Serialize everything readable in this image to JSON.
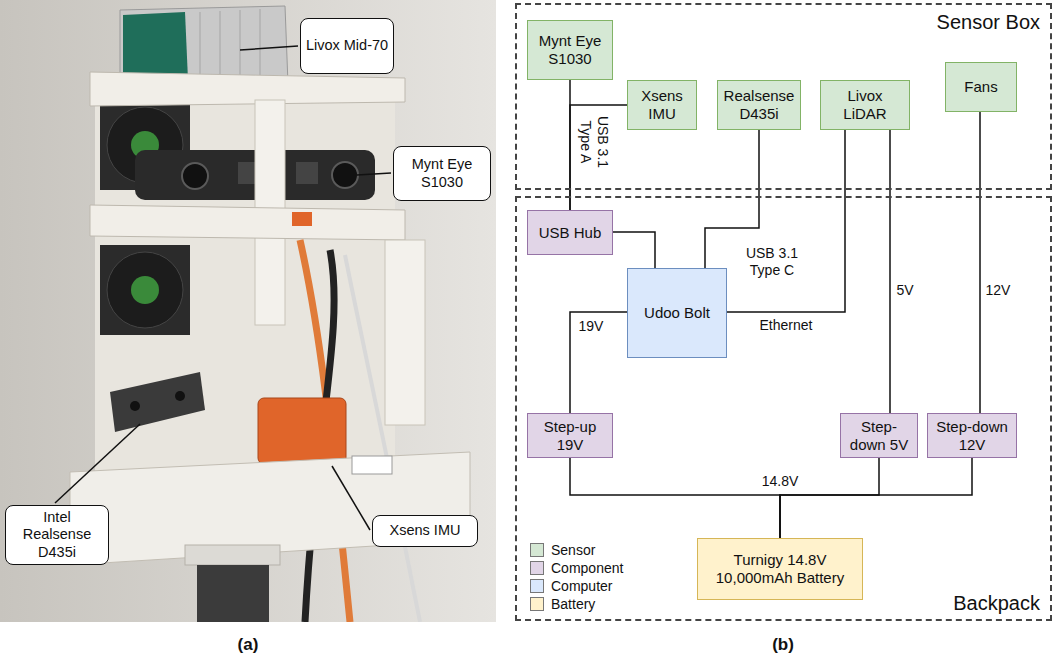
{
  "diagram": {
    "nodes": [
      {
        "text": [
          "Livox Mid-70"
        ]
      },
      {
        "text": [
          "Mynt Eye S1030"
        ]
      },
      {
        "text": [
          "Intel Realsense D435i"
        ]
      },
      {
        "text": [
          "Xsens IMU"
        ]
      },
      {
        "text": [
          "Sensor Box"
        ]
      },
      {
        "text": [
          "Mynt Eye S1030"
        ],
        "in": 4
      },
      {
        "text": [
          "Xsens IMU"
        ],
        "in": 4
      },
      {
        "text": [
          "Realsense D435i"
        ],
        "in": 4
      },
      {
        "text": [
          "Livox LiDAR"
        ],
        "in": 4
      },
      {
        "text": [
          "Fans"
        ],
        "in": 4
      },
      {
        "text": [
          "Backpack"
        ]
      },
      {
        "text": [
          "USB Hub"
        ],
        "in": 10
      },
      {
        "text": [
          "Udoo Bolt"
        ],
        "in": 10
      },
      {
        "text": [
          "Step-up 19V"
        ],
        "in": 10
      },
      {
        "text": [
          "Step-down 5V"
        ],
        "in": 10
      },
      {
        "text": [
          "Step-down 12V"
        ],
        "in": 10
      },
      {
        "text": [
          "Turnigy 14.8V 10,000mAh Battery"
        ],
        "in": 10
      }
    ],
    "edges": [
      {
        "from": 5,
        "to": 11,
        "label": "USB 3.1 Type A",
        "arrow": "none"
      },
      {
        "from": 6,
        "to": 11,
        "arrow": "none"
      },
      {
        "from": 11,
        "to": 12,
        "arrow": "none"
      },
      {
        "from": 7,
        "to": 12,
        "label": "USB 3.1 Type C",
        "arrow": "none"
      },
      {
        "from": 8,
        "to": 12,
        "label": "Ethernet",
        "arrow": "none"
      },
      {
        "from": 13,
        "to": 12,
        "label": "19V",
        "arrow": "none"
      },
      {
        "from": 14,
        "to": 8,
        "label": "5V",
        "arrow": "none"
      },
      {
        "from": 15,
        "to": 9,
        "label": "12V",
        "arrow": "none"
      },
      {
        "from": 16,
        "to": 13,
        "label": "14.8V",
        "arrow": "none"
      },
      {
        "from": 16,
        "to": 14,
        "arrow": "none"
      },
      {
        "from": 16,
        "to": 15,
        "arrow": "none"
      }
    ],
    "labels": [
      "(a)",
      "(b)"
    ],
    "legend": [
      {
        "text": "Sensor",
        "color": "#d5e8d4"
      },
      {
        "text": "Component",
        "color": "#e1d5e7"
      },
      {
        "text": "Computer",
        "color": "#dae8fc"
      },
      {
        "text": "Battery",
        "color": "#fff2cc"
      }
    ]
  }
}
